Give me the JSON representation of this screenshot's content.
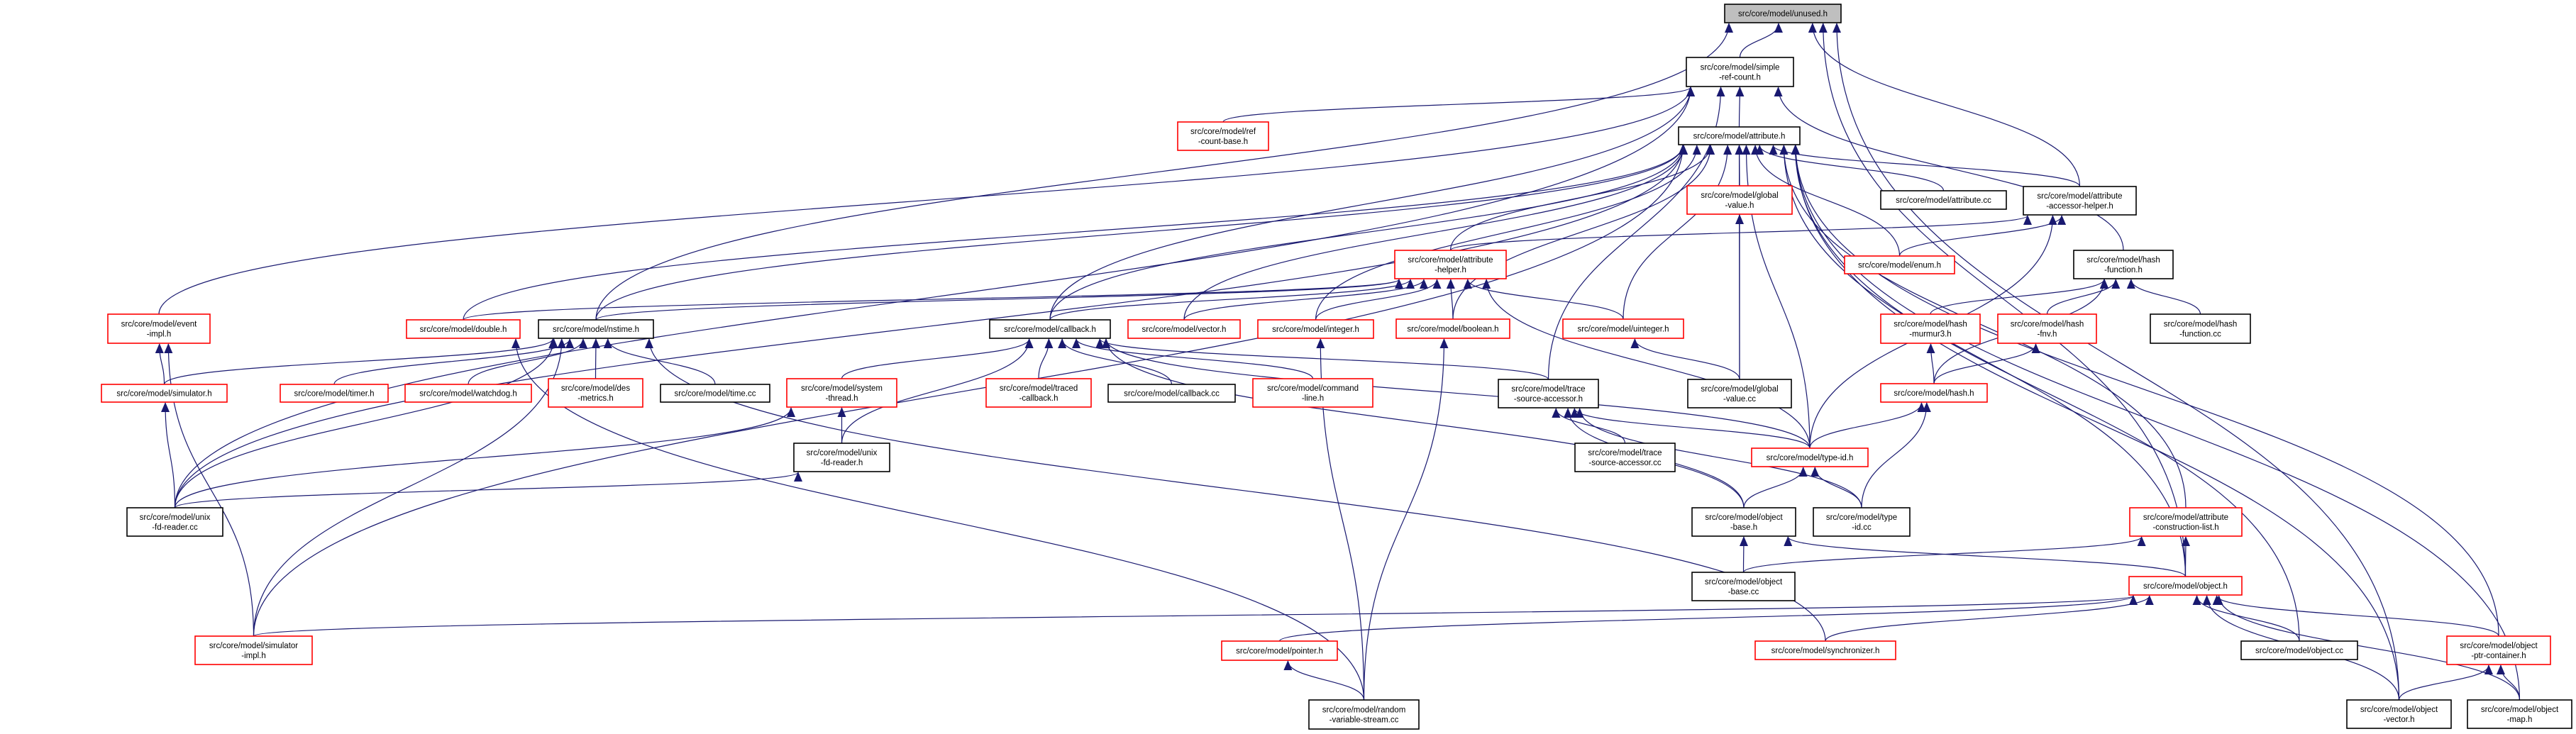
{
  "colors": {
    "edge": "#191970",
    "node_border_red": "#ff0000",
    "node_border_black": "#000000",
    "root_fill": "#bfbfbf"
  },
  "nodes": [
    {
      "id": "unused",
      "style": "gray",
      "lines": [
        "src/core/model/unused.h"
      ]
    },
    {
      "id": "simple_ref_count",
      "style": "black",
      "lines": [
        "src/core/model/simple",
        "-ref-count.h"
      ]
    },
    {
      "id": "ref_count_base",
      "style": "red",
      "lines": [
        "src/core/model/ref",
        "-count-base.h"
      ]
    },
    {
      "id": "attribute_h",
      "style": "black",
      "lines": [
        "src/core/model/attribute.h"
      ]
    },
    {
      "id": "global_value_h",
      "style": "red",
      "lines": [
        "src/core/model/global",
        "-value.h"
      ]
    },
    {
      "id": "attribute_cc",
      "style": "black",
      "lines": [
        "src/core/model/attribute.cc"
      ]
    },
    {
      "id": "accessor_helper",
      "style": "black",
      "lines": [
        "src/core/model/attribute",
        "-accessor-helper.h"
      ]
    },
    {
      "id": "attribute_helper",
      "style": "red",
      "lines": [
        "src/core/model/attribute",
        "-helper.h"
      ]
    },
    {
      "id": "enum_h",
      "style": "red",
      "lines": [
        "src/core/model/enum.h"
      ]
    },
    {
      "id": "hash_function_h",
      "style": "black",
      "lines": [
        "src/core/model/hash",
        "-function.h"
      ]
    },
    {
      "id": "event_impl",
      "style": "red",
      "lines": [
        "src/core/model/event",
        "-impl.h"
      ]
    },
    {
      "id": "double_h",
      "style": "red",
      "lines": [
        "src/core/model/double.h"
      ]
    },
    {
      "id": "nstime_h",
      "style": "black",
      "lines": [
        "src/core/model/nstime.h"
      ]
    },
    {
      "id": "callback_h",
      "style": "black",
      "lines": [
        "src/core/model/callback.h"
      ]
    },
    {
      "id": "vector_h",
      "style": "red",
      "lines": [
        "src/core/model/vector.h"
      ]
    },
    {
      "id": "integer_h",
      "style": "red",
      "lines": [
        "src/core/model/integer.h"
      ]
    },
    {
      "id": "boolean_h",
      "style": "red",
      "lines": [
        "src/core/model/boolean.h"
      ]
    },
    {
      "id": "uinteger_h",
      "style": "red",
      "lines": [
        "src/core/model/uinteger.h"
      ]
    },
    {
      "id": "hash_murmur3",
      "style": "red",
      "lines": [
        "src/core/model/hash",
        "-murmur3.h"
      ]
    },
    {
      "id": "hash_fnv",
      "style": "red",
      "lines": [
        "src/core/model/hash",
        "-fnv.h"
      ]
    },
    {
      "id": "hash_function_cc",
      "style": "black",
      "lines": [
        "src/core/model/hash",
        "-function.cc"
      ]
    },
    {
      "id": "simulator_h",
      "style": "red",
      "lines": [
        "src/core/model/simulator.h"
      ]
    },
    {
      "id": "timer_h",
      "style": "red",
      "lines": [
        "src/core/model/timer.h"
      ]
    },
    {
      "id": "watchdog_h",
      "style": "red",
      "lines": [
        "src/core/model/watchdog.h"
      ]
    },
    {
      "id": "des_metrics",
      "style": "red",
      "lines": [
        "src/core/model/des",
        "-metrics.h"
      ]
    },
    {
      "id": "time_cc",
      "style": "black",
      "lines": [
        "src/core/model/time.cc"
      ]
    },
    {
      "id": "system_thread",
      "style": "red",
      "lines": [
        "src/core/model/system",
        "-thread.h"
      ]
    },
    {
      "id": "traced_callback",
      "style": "red",
      "lines": [
        "src/core/model/traced",
        "-callback.h"
      ]
    },
    {
      "id": "callback_cc",
      "style": "black",
      "lines": [
        "src/core/model/callback.cc"
      ]
    },
    {
      "id": "command_line",
      "style": "red",
      "lines": [
        "src/core/model/command",
        "-line.h"
      ]
    },
    {
      "id": "trace_source_accessor_h",
      "style": "black",
      "lines": [
        "src/core/model/trace",
        "-source-accessor.h"
      ]
    },
    {
      "id": "global_value_cc",
      "style": "black",
      "lines": [
        "src/core/model/global",
        "-value.cc"
      ]
    },
    {
      "id": "hash_h",
      "style": "red",
      "lines": [
        "src/core/model/hash.h"
      ]
    },
    {
      "id": "unix_fd_reader_h",
      "style": "black",
      "lines": [
        "src/core/model/unix",
        "-fd-reader.h"
      ]
    },
    {
      "id": "trace_source_accessor_cc",
      "style": "black",
      "lines": [
        "src/core/model/trace",
        "-source-accessor.cc"
      ]
    },
    {
      "id": "type_id_h",
      "style": "red",
      "lines": [
        "src/core/model/type-id.h"
      ]
    },
    {
      "id": "unix_fd_reader_cc",
      "style": "black",
      "lines": [
        "src/core/model/unix",
        "-fd-reader.cc"
      ]
    },
    {
      "id": "object_base_h",
      "style": "black",
      "lines": [
        "src/core/model/object",
        "-base.h"
      ]
    },
    {
      "id": "type_id_cc",
      "style": "black",
      "lines": [
        "src/core/model/type",
        "-id.cc"
      ]
    },
    {
      "id": "attr_construction_list",
      "style": "red",
      "lines": [
        "src/core/model/attribute",
        "-construction-list.h"
      ]
    },
    {
      "id": "object_base_cc",
      "style": "black",
      "lines": [
        "src/core/model/object",
        "-base.cc"
      ]
    },
    {
      "id": "object_h",
      "style": "red",
      "lines": [
        "src/core/model/object.h"
      ]
    },
    {
      "id": "simulator_impl",
      "style": "red",
      "lines": [
        "src/core/model/simulator",
        "-impl.h"
      ]
    },
    {
      "id": "pointer_h",
      "style": "red",
      "lines": [
        "src/core/model/pointer.h"
      ]
    },
    {
      "id": "synchronizer_h",
      "style": "red",
      "lines": [
        "src/core/model/synchronizer.h"
      ]
    },
    {
      "id": "object_cc",
      "style": "black",
      "lines": [
        "src/core/model/object.cc"
      ]
    },
    {
      "id": "object_ptr_container",
      "style": "red",
      "lines": [
        "src/core/model/object",
        "-ptr-container.h"
      ]
    },
    {
      "id": "random_variable_stream",
      "style": "black",
      "lines": [
        "src/core/model/random",
        "-variable-stream.cc"
      ]
    },
    {
      "id": "object_vector",
      "style": "black",
      "lines": [
        "src/core/model/object",
        "-vector.h"
      ]
    },
    {
      "id": "object_map",
      "style": "black",
      "lines": [
        "src/core/model/object",
        "-map.h"
      ]
    }
  ],
  "edges": [
    [
      "simple_ref_count",
      "unused"
    ],
    [
      "nstime_h",
      "unused"
    ],
    [
      "accessor_helper",
      "unused"
    ],
    [
      "object_h",
      "unused"
    ],
    [
      "object_vector",
      "unused"
    ],
    [
      "ref_count_base",
      "simple_ref_count"
    ],
    [
      "attribute_h",
      "simple_ref_count"
    ],
    [
      "callback_h",
      "simple_ref_count"
    ],
    [
      "event_impl",
      "simple_ref_count"
    ],
    [
      "unix_fd_reader_cc",
      "simple_ref_count"
    ],
    [
      "trace_source_accessor_h",
      "simple_ref_count"
    ],
    [
      "hash_function_h",
      "simple_ref_count"
    ],
    [
      "attribute_helper",
      "attribute_h"
    ],
    [
      "global_value_h",
      "attribute_h"
    ],
    [
      "attribute_cc",
      "attribute_h"
    ],
    [
      "accessor_helper",
      "attribute_h"
    ],
    [
      "enum_h",
      "attribute_h"
    ],
    [
      "boolean_h",
      "attribute_h"
    ],
    [
      "uinteger_h",
      "attribute_h"
    ],
    [
      "global_value_cc",
      "attribute_h"
    ],
    [
      "type_id_h",
      "attribute_h"
    ],
    [
      "double_h",
      "attribute_h"
    ],
    [
      "nstime_h",
      "attribute_h"
    ],
    [
      "vector_h",
      "attribute_h"
    ],
    [
      "integer_h",
      "attribute_h"
    ],
    [
      "callback_h",
      "attribute_h"
    ],
    [
      "object_h",
      "attribute_h"
    ],
    [
      "attr_construction_list",
      "attribute_h"
    ],
    [
      "object_ptr_container",
      "attribute_h"
    ],
    [
      "object_vector",
      "attribute_h"
    ],
    [
      "object_map",
      "attribute_h"
    ],
    [
      "object_cc",
      "attribute_h"
    ],
    [
      "simulator_impl",
      "attribute_h"
    ],
    [
      "unix_fd_reader_cc",
      "attribute_h"
    ],
    [
      "double_h",
      "attribute_helper"
    ],
    [
      "nstime_h",
      "attribute_helper"
    ],
    [
      "boolean_h",
      "attribute_helper"
    ],
    [
      "integer_h",
      "attribute_helper"
    ],
    [
      "uinteger_h",
      "attribute_helper"
    ],
    [
      "vector_h",
      "attribute_helper"
    ],
    [
      "callback_h",
      "attribute_helper"
    ],
    [
      "type_id_h",
      "attribute_helper"
    ],
    [
      "attribute_helper",
      "accessor_helper"
    ],
    [
      "enum_h",
      "accessor_helper"
    ],
    [
      "type_id_h",
      "accessor_helper"
    ],
    [
      "global_value_cc",
      "global_value_h"
    ],
    [
      "simulator_h",
      "nstime_h"
    ],
    [
      "timer_h",
      "nstime_h"
    ],
    [
      "watchdog_h",
      "nstime_h"
    ],
    [
      "des_metrics",
      "nstime_h"
    ],
    [
      "time_cc",
      "nstime_h"
    ],
    [
      "simulator_impl",
      "nstime_h"
    ],
    [
      "synchronizer_h",
      "nstime_h"
    ],
    [
      "unix_fd_reader_cc",
      "nstime_h"
    ],
    [
      "simulator_h",
      "event_impl"
    ],
    [
      "simulator_impl",
      "event_impl"
    ],
    [
      "unix_fd_reader_cc",
      "simulator_h"
    ],
    [
      "system_thread",
      "callback_h"
    ],
    [
      "unix_fd_reader_h",
      "callback_h"
    ],
    [
      "traced_callback",
      "callback_h"
    ],
    [
      "callback_cc",
      "callback_h"
    ],
    [
      "command_line",
      "callback_h"
    ],
    [
      "trace_source_accessor_h",
      "callback_h"
    ],
    [
      "type_id_h",
      "callback_h"
    ],
    [
      "object_base_h",
      "callback_h"
    ],
    [
      "unix_fd_reader_h",
      "system_thread"
    ],
    [
      "unix_fd_reader_cc",
      "system_thread"
    ],
    [
      "unix_fd_reader_cc",
      "unix_fd_reader_h"
    ],
    [
      "random_variable_stream",
      "integer_h"
    ],
    [
      "random_variable_stream",
      "boolean_h"
    ],
    [
      "random_variable_stream",
      "double_h"
    ],
    [
      "global_value_cc",
      "uinteger_h"
    ],
    [
      "trace_source_accessor_cc",
      "trace_source_accessor_h"
    ],
    [
      "type_id_h",
      "trace_source_accessor_h"
    ],
    [
      "object_base_h",
      "trace_source_accessor_h"
    ],
    [
      "type_id_cc",
      "trace_source_accessor_h"
    ],
    [
      "hash_murmur3",
      "hash_function_h"
    ],
    [
      "hash_fnv",
      "hash_function_h"
    ],
    [
      "hash_function_cc",
      "hash_function_h"
    ],
    [
      "hash_h",
      "hash_function_h"
    ],
    [
      "hash_h",
      "hash_murmur3"
    ],
    [
      "hash_h",
      "hash_fnv"
    ],
    [
      "type_id_h",
      "hash_h"
    ],
    [
      "type_id_cc",
      "hash_h"
    ],
    [
      "object_base_h",
      "type_id_h"
    ],
    [
      "type_id_cc",
      "type_id_h"
    ],
    [
      "object_base_cc",
      "object_base_h"
    ],
    [
      "object_h",
      "object_base_h"
    ],
    [
      "object_base_cc",
      "attr_construction_list"
    ],
    [
      "object_h",
      "attr_construction_list"
    ],
    [
      "synchronizer_h",
      "object_h"
    ],
    [
      "object_cc",
      "object_h"
    ],
    [
      "object_ptr_container",
      "object_h"
    ],
    [
      "object_vector",
      "object_h"
    ],
    [
      "object_map",
      "object_h"
    ],
    [
      "pointer_h",
      "object_h"
    ],
    [
      "simulator_impl",
      "object_h"
    ],
    [
      "object_vector",
      "object_ptr_container"
    ],
    [
      "object_map",
      "object_ptr_container"
    ],
    [
      "random_variable_stream",
      "pointer_h"
    ]
  ]
}
